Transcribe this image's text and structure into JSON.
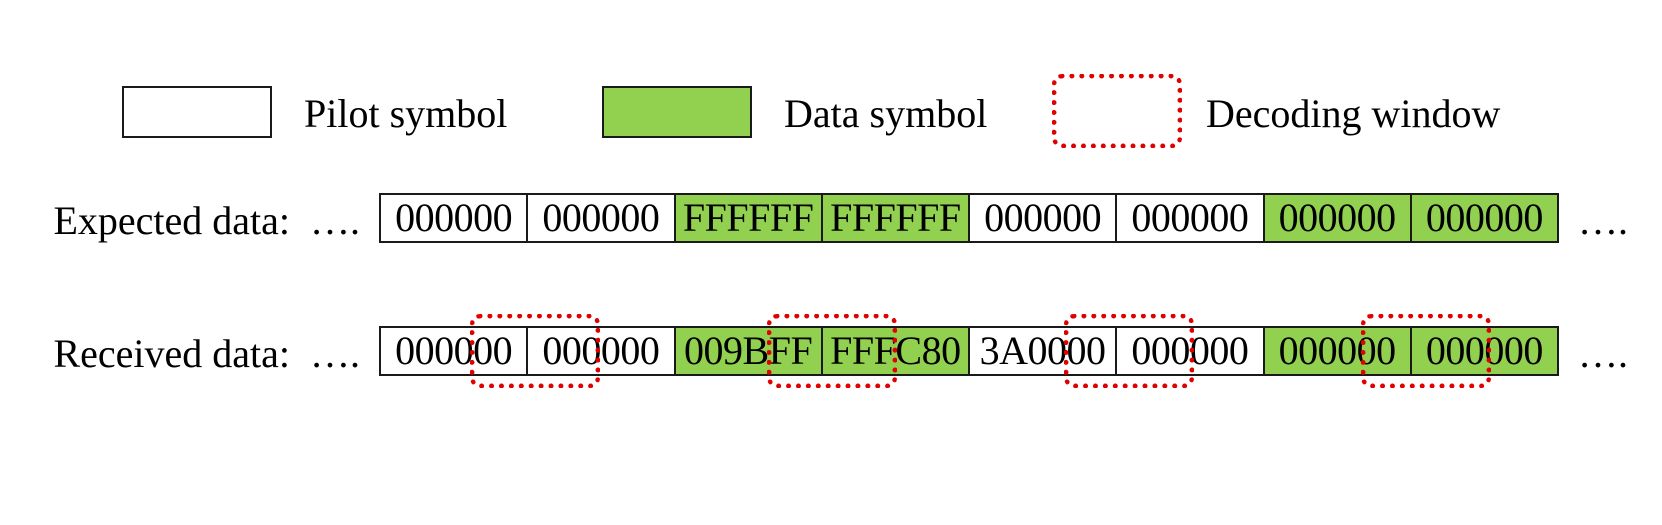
{
  "legend": {
    "pilot_label": "Pilot symbol",
    "data_label": "Data symbol",
    "window_label": "Decoding window"
  },
  "expected": {
    "label": "Expected data:",
    "lead": "….",
    "tail": "….",
    "cells": [
      {
        "text": "000000",
        "kind": "pilot"
      },
      {
        "text": "000000",
        "kind": "pilot"
      },
      {
        "text": "FFFFFF",
        "kind": "data"
      },
      {
        "text": "FFFFFF",
        "kind": "data"
      },
      {
        "text": "000000",
        "kind": "pilot"
      },
      {
        "text": "000000",
        "kind": "pilot"
      },
      {
        "text": "000000",
        "kind": "data"
      },
      {
        "text": "000000",
        "kind": "data"
      }
    ]
  },
  "received": {
    "label": "Received data:",
    "lead": "….",
    "tail": "….",
    "cells": [
      {
        "text": "000000",
        "kind": "pilot"
      },
      {
        "text": "000000",
        "kind": "pilot"
      },
      {
        "text": "009BFF",
        "kind": "data"
      },
      {
        "text": "FFFC80",
        "kind": "data"
      },
      {
        "text": "3A0000",
        "kind": "pilot"
      },
      {
        "text": "000000",
        "kind": "pilot"
      },
      {
        "text": "000000",
        "kind": "data"
      },
      {
        "text": "000000",
        "kind": "data"
      }
    ]
  },
  "colors": {
    "data_fill": "#92d050",
    "pilot_fill": "#ffffff",
    "window_border": "#e00000"
  }
}
